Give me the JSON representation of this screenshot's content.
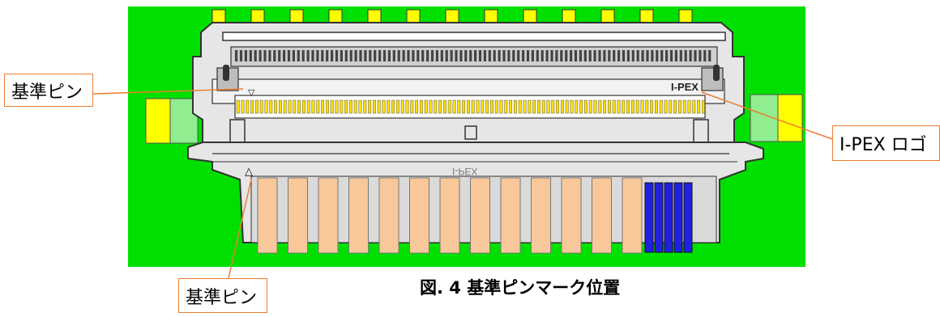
{
  "figure": {
    "caption": "図. 4 基準ピンマーク位置",
    "embossed_logo": "I-PEX",
    "embossed_logo_mirrored": "I-PEX"
  },
  "callouts": {
    "reference_pin_top": "基準ピン",
    "ipex_logo": "I-PEX  ロゴ",
    "reference_pin_bottom": "基準ピン"
  },
  "colors": {
    "pcb": "#00E000",
    "connector_body": "#D9D9D9",
    "connector_outline": "#333333",
    "pad": "#F8C89A",
    "ground_pad": "#2020E0",
    "side_pad": "#FFFF00",
    "callout": "#ED7D31"
  }
}
